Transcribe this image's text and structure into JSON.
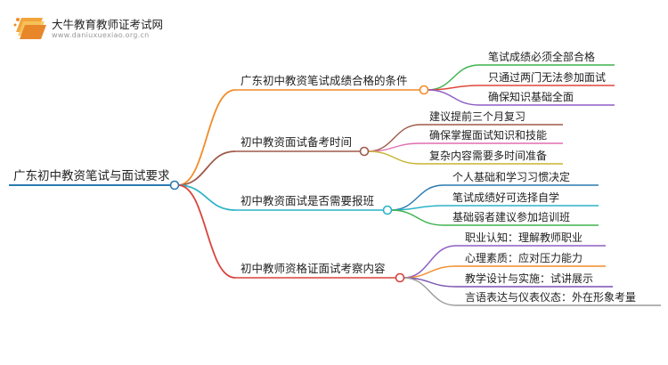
{
  "logo": {
    "title": "大牛教育教师证考试网",
    "url": "www.daniuxuexiao.org.cn"
  },
  "root": {
    "label": "广东初中教资笔试与面试要求",
    "color": "#2a7ab0"
  },
  "branches": [
    {
      "label": "广东初中教资笔试成绩合格的条件",
      "color": "#f28c28",
      "leaves": [
        {
          "label": "笔试成绩必须全部合格",
          "color": "#3fb34f"
        },
        {
          "label": "只通过两门无法参加面试",
          "color": "#e0473c"
        },
        {
          "label": "确保知识基础全面",
          "color": "#8e5ec4"
        }
      ]
    },
    {
      "label": "初中教资面试备考时间",
      "color": "#9e5a4a",
      "leaves": [
        {
          "label": "建议提前三个月复习",
          "color": "#9e5a4a"
        },
        {
          "label": "确保掌握面试知识和技能",
          "color": "#e06fb0"
        },
        {
          "label": "复杂内容需要多时间准备",
          "color": "#c9b431"
        }
      ]
    },
    {
      "label": "初中教资面试是否需要报班",
      "color": "#2bb3c8",
      "leaves": [
        {
          "label": "个人基础和学习习惯决定",
          "color": "#2a7ab0"
        },
        {
          "label": "笔试成绩好可选择自学",
          "color": "#2bb3c8"
        },
        {
          "label": "基础弱者建议参加培训班",
          "color": "#3fb34f"
        }
      ]
    },
    {
      "label": "初中教师资格证面试考察内容",
      "color": "#d9433b",
      "leaves": [
        {
          "label": "职业认知：理解教师职业",
          "color": "#8e5ec4"
        },
        {
          "label": "心理素质：应对压力能力",
          "color": "#f28c28"
        },
        {
          "label": "教学设计与实施：试讲展示",
          "color": "#7a4fb0"
        },
        {
          "label": "言语表达与仪表仪态：外在形象考量",
          "color": "#9a9a9a"
        }
      ]
    }
  ]
}
